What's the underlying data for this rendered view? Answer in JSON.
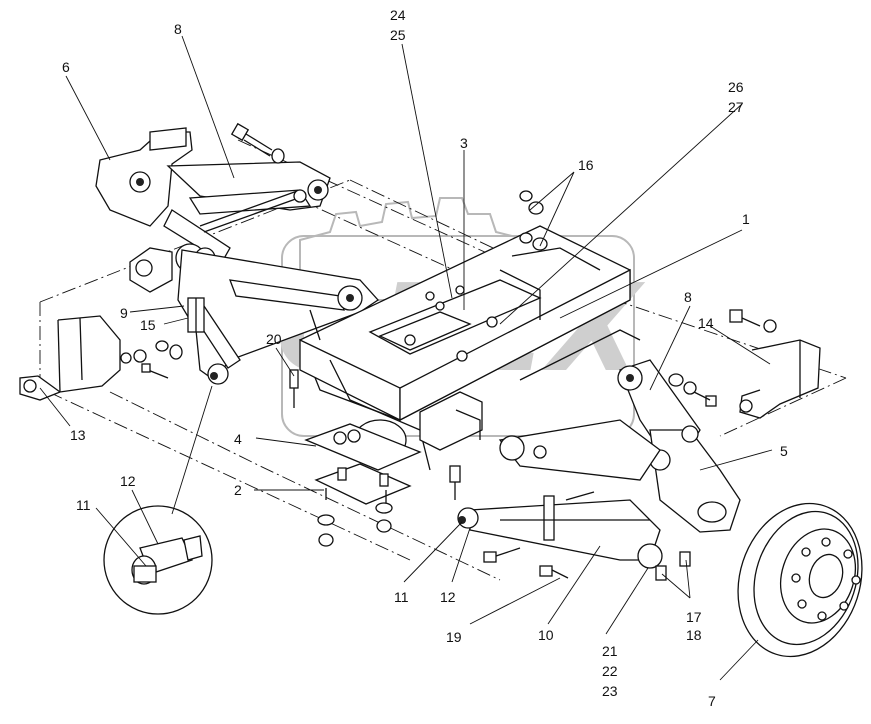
{
  "watermark": {
    "text": "OPEX"
  },
  "callouts": [
    {
      "id": "c1",
      "text": "1"
    },
    {
      "id": "c2",
      "text": "2"
    },
    {
      "id": "c3",
      "text": "3"
    },
    {
      "id": "c4",
      "text": "4"
    },
    {
      "id": "c5",
      "text": "5"
    },
    {
      "id": "c6",
      "text": "6"
    },
    {
      "id": "c7",
      "text": "7"
    },
    {
      "id": "c8a",
      "text": "8"
    },
    {
      "id": "c8b",
      "text": "8"
    },
    {
      "id": "c9",
      "text": "9"
    },
    {
      "id": "c10",
      "text": "10"
    },
    {
      "id": "c11a",
      "text": "11"
    },
    {
      "id": "c11b",
      "text": "11"
    },
    {
      "id": "c12a",
      "text": "12"
    },
    {
      "id": "c12b",
      "text": "12"
    },
    {
      "id": "c13",
      "text": "13"
    },
    {
      "id": "c14",
      "text": "14"
    },
    {
      "id": "c15",
      "text": "15"
    },
    {
      "id": "c16",
      "text": "16"
    },
    {
      "id": "c17",
      "text": "17"
    },
    {
      "id": "c18",
      "text": "18"
    },
    {
      "id": "c19",
      "text": "19"
    },
    {
      "id": "c20",
      "text": "20"
    },
    {
      "id": "c21",
      "text": "21"
    },
    {
      "id": "c22",
      "text": "22"
    },
    {
      "id": "c23",
      "text": "23"
    },
    {
      "id": "c24",
      "text": "24"
    },
    {
      "id": "c25",
      "text": "25"
    },
    {
      "id": "c26",
      "text": "26"
    },
    {
      "id": "c27",
      "text": "27"
    }
  ]
}
